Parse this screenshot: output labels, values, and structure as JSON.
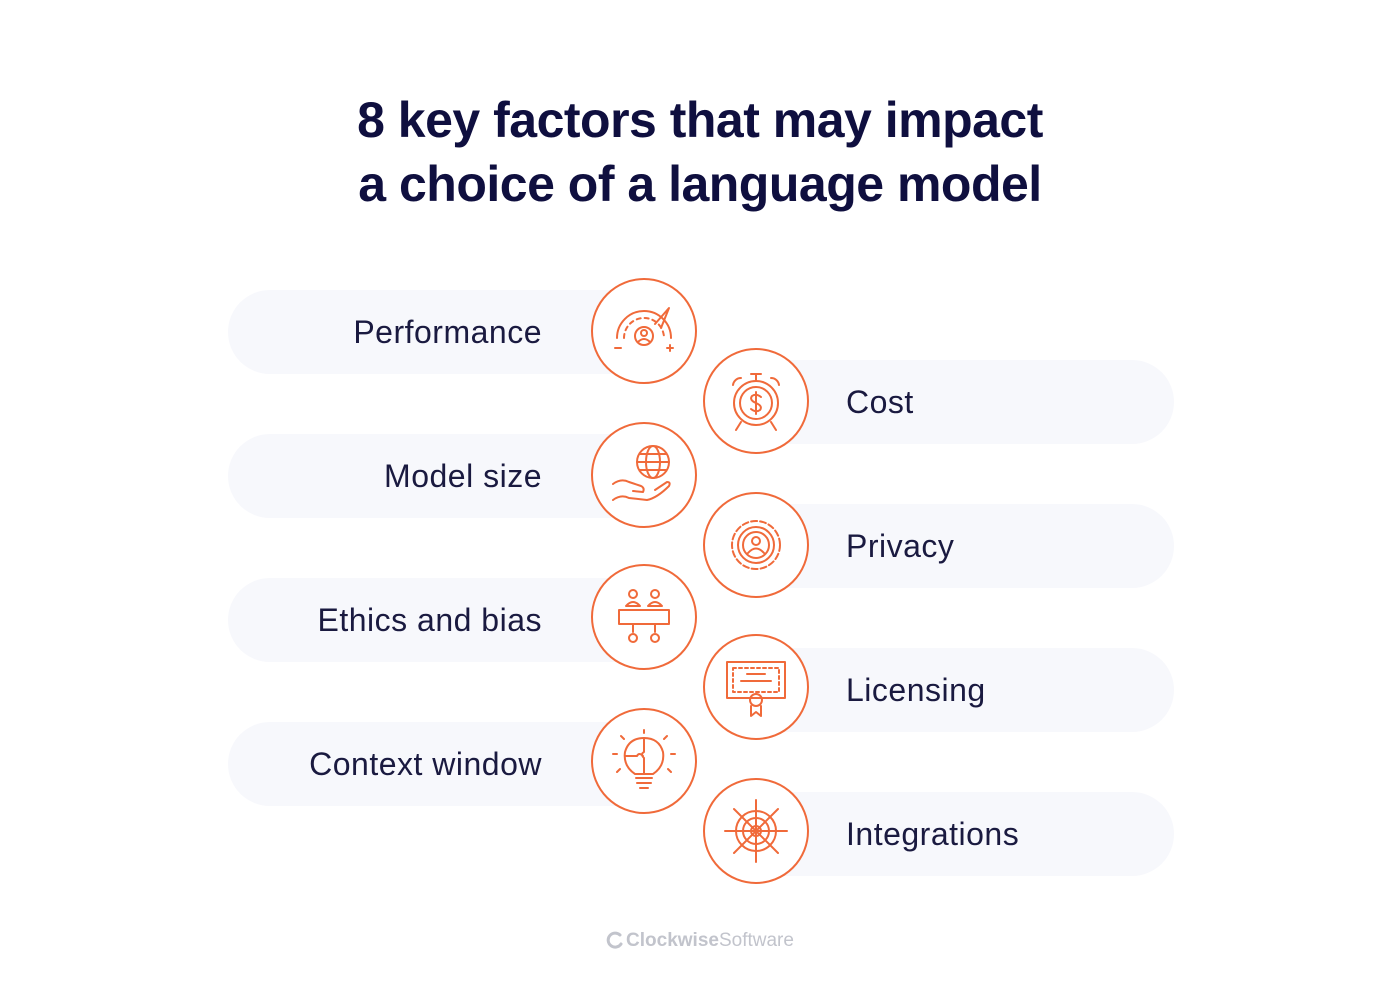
{
  "title": {
    "line1": "8 key factors that may impact",
    "line2": "a choice of a language model"
  },
  "factors": [
    {
      "label": "Performance",
      "side": "left",
      "icon": "speedometer-icon"
    },
    {
      "label": "Cost",
      "side": "right",
      "icon": "alarm-clock-dollar-icon"
    },
    {
      "label": "Model size",
      "side": "left",
      "icon": "globe-in-hand-icon"
    },
    {
      "label": "Privacy",
      "side": "right",
      "icon": "gear-person-icon"
    },
    {
      "label": "Ethics and bias",
      "side": "left",
      "icon": "people-at-table-icon"
    },
    {
      "label": "Licensing",
      "side": "right",
      "icon": "certificate-icon"
    },
    {
      "label": "Context window",
      "side": "left",
      "icon": "lightbulb-puzzle-icon"
    },
    {
      "label": "Integrations",
      "side": "right",
      "icon": "ship-wheel-icon"
    }
  ],
  "logo": {
    "brand": "Clockwise",
    "suffix": "Software"
  },
  "colors": {
    "accent": "#f06a3a",
    "title": "#0f0f3f",
    "pill": "#f7f8fc",
    "logo": "#c2c4cc"
  }
}
